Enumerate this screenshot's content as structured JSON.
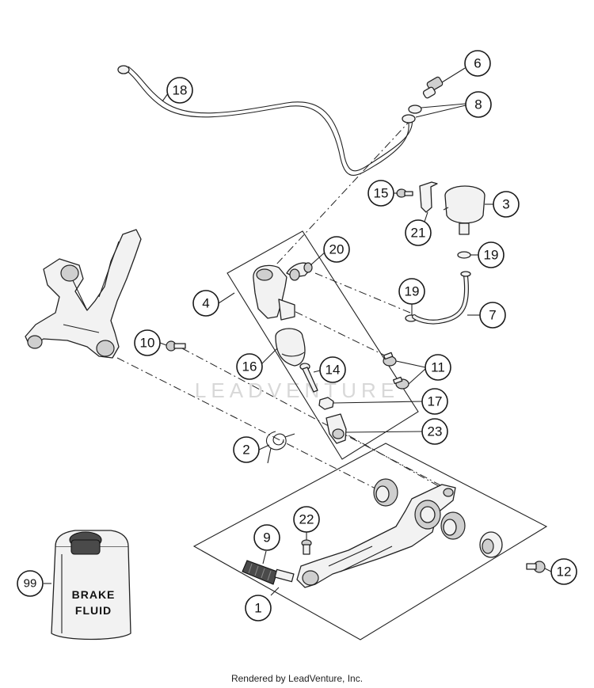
{
  "diagram": {
    "callouts": [
      "1",
      "2",
      "3",
      "4",
      "6",
      "7",
      "8",
      "9",
      "10",
      "11",
      "12",
      "14",
      "15",
      "16",
      "17",
      "18",
      "19",
      "19",
      "20",
      "21",
      "22",
      "23",
      "99"
    ],
    "can_label_line1": "BRAKE",
    "can_label_line2": "FLUID",
    "watermark": "LEADVENTURE"
  },
  "footer": {
    "text": "Rendered by LeadVenture, Inc."
  }
}
